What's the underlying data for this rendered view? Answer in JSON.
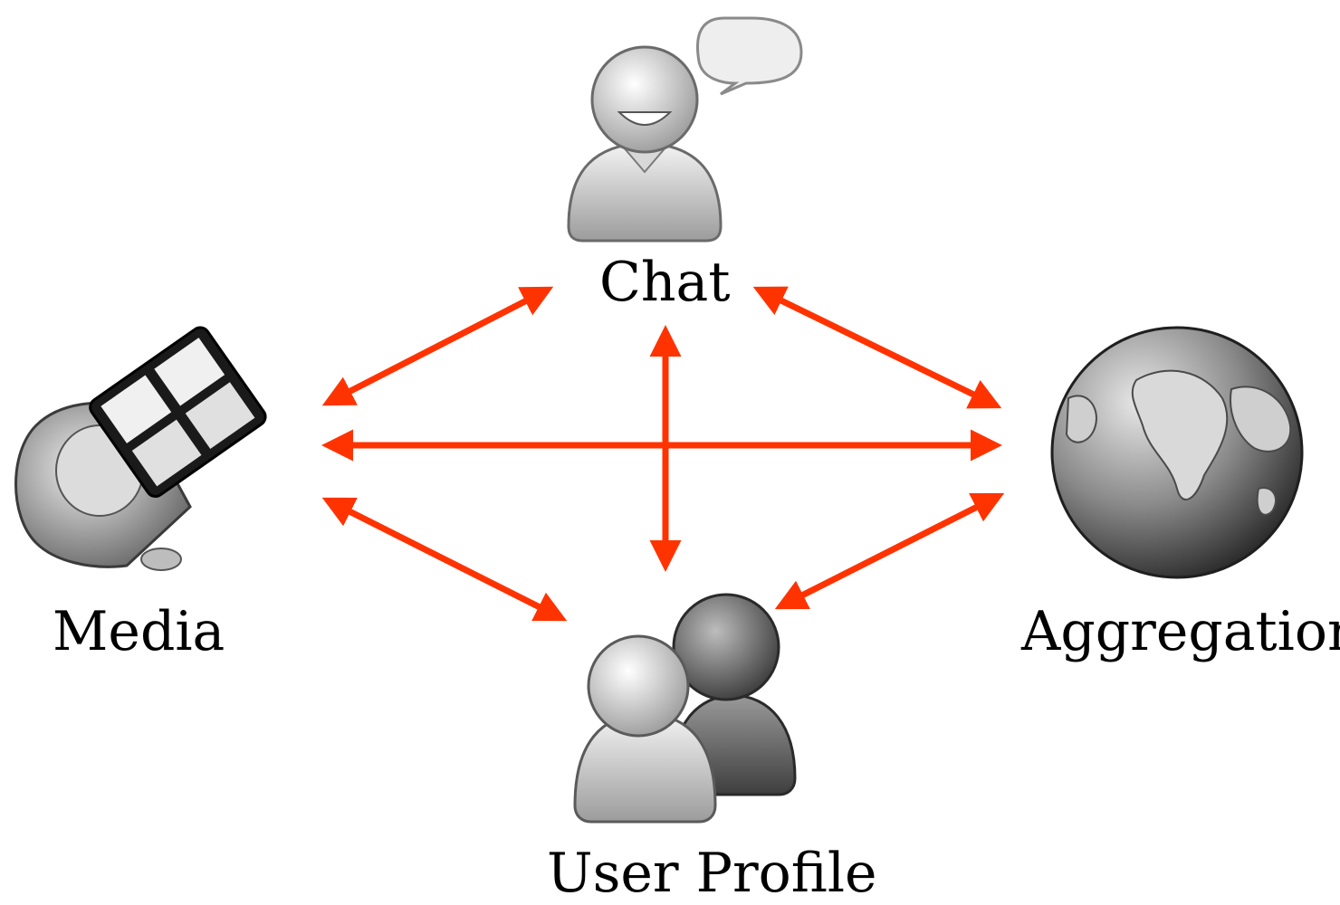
{
  "nodes": {
    "chat": {
      "label": "Chat",
      "icon": "chat-user-speech-bubble-icon"
    },
    "media": {
      "label": "Media",
      "icon": "media-speaker-film-icon"
    },
    "aggregation": {
      "label": "Aggregation",
      "icon": "globe-icon"
    },
    "user_profile": {
      "label": "User Profile",
      "icon": "users-group-icon"
    }
  },
  "edges": [
    {
      "from": "media",
      "to": "chat",
      "direction": "bidirectional"
    },
    {
      "from": "chat",
      "to": "aggregation",
      "direction": "bidirectional"
    },
    {
      "from": "media",
      "to": "aggregation",
      "direction": "bidirectional"
    },
    {
      "from": "chat",
      "to": "user_profile",
      "direction": "bidirectional"
    },
    {
      "from": "media",
      "to": "user_profile",
      "direction": "bidirectional"
    },
    {
      "from": "aggregation",
      "to": "user_profile",
      "direction": "bidirectional"
    }
  ],
  "colors": {
    "arrow": "#ff3300",
    "icon_gray": "#9a9a9a"
  }
}
